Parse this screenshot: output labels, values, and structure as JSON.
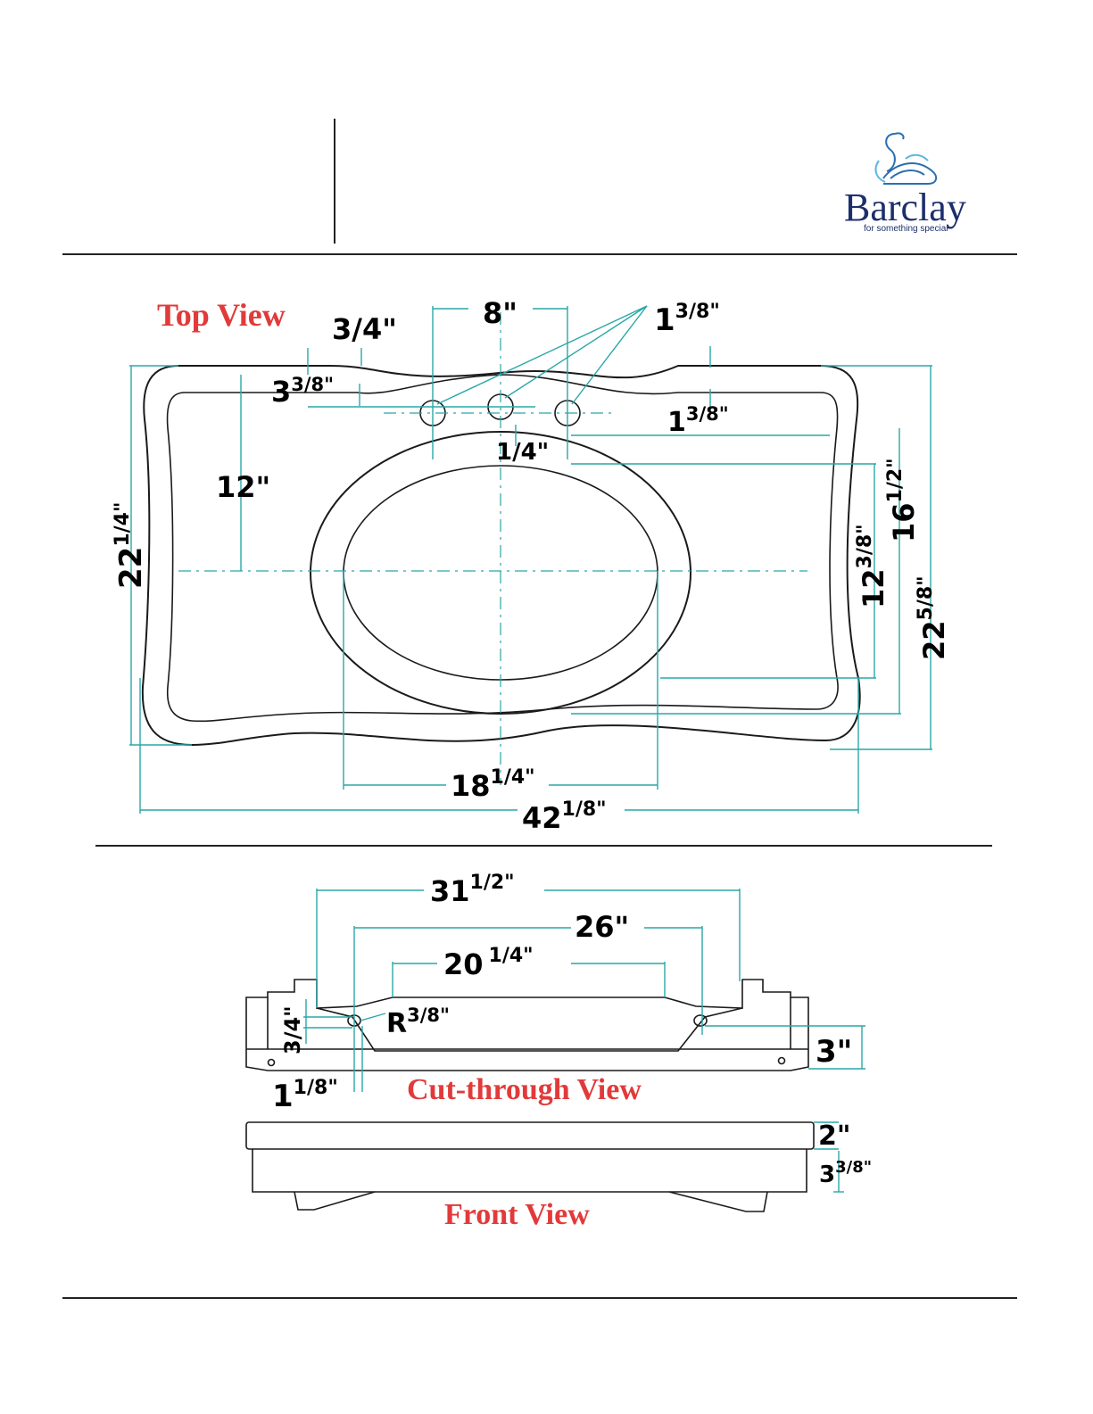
{
  "brand": {
    "name": "Barclay",
    "tagline": "for something special",
    "logo_icon": "swan-icon"
  },
  "views": {
    "top": "Top View",
    "cut": "Cut-through View",
    "front": "Front View"
  },
  "top_dims": {
    "d8": "8\"",
    "d1_38a_main": "1",
    "d1_38a_sup": "3/8\"",
    "d34": "3/4\"",
    "d3_38_main": "3",
    "d3_38_sup": "3/8\"",
    "d1_38b_main": "1",
    "d1_38b_sup": "3/8\"",
    "d14": "1/4\"",
    "d12": "12\"",
    "d22_14_main": "22",
    "d22_14_sup": "1/4\"",
    "d16_12_main": "16",
    "d16_12_sup": "1/2\"",
    "d12_38_main": "12",
    "d12_38_sup": "3/8\"",
    "d22_58_main": "22",
    "d22_58_sup": "5/8\"",
    "d18_14_main": "18",
    "d18_14_sup": "1/4\"",
    "d42_18_main": "42",
    "d42_18_sup": "1/8\""
  },
  "cut_dims": {
    "d31_12_main": "31",
    "d31_12_sup": "1/2\"",
    "d26": "26\"",
    "d20_14_main": "20",
    "d20_14_sup": "1/4\"",
    "r_main": "R",
    "r_sup": "3/8\"",
    "d34": "3/4\"",
    "d3": "3\"",
    "d1_18_main": "1",
    "d1_18_sup": "1/8\""
  },
  "front_dims": {
    "d2": "2\"",
    "d3_38_main": "3",
    "d3_38_sup": "3/8\""
  }
}
